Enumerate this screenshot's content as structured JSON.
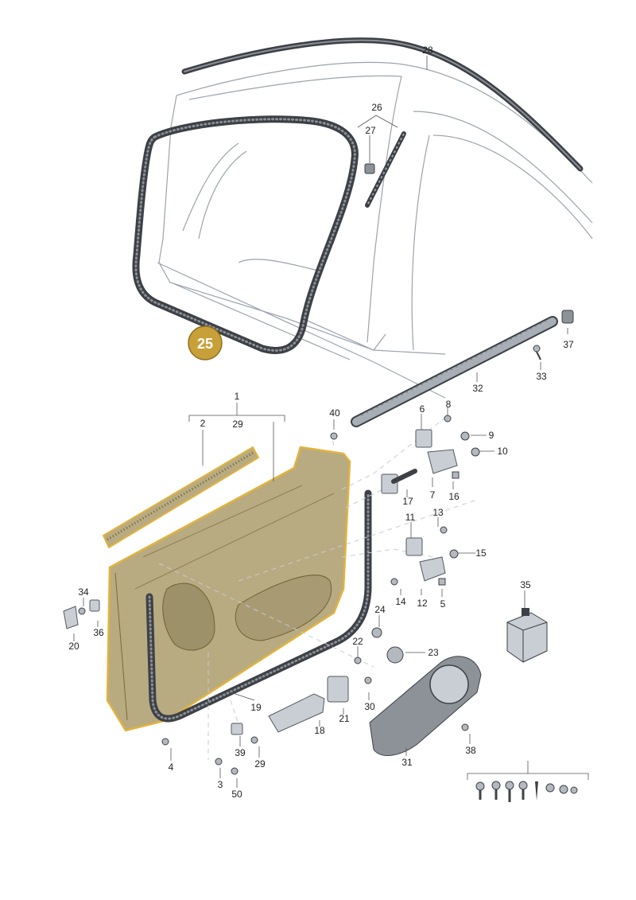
{
  "callouts": [
    "28",
    "26",
    "27",
    "25",
    "37",
    "33",
    "32",
    "1",
    "2",
    "29",
    "40",
    "6",
    "8",
    "9",
    "10",
    "17",
    "7",
    "16",
    "11",
    "13",
    "15",
    "14",
    "12",
    "5",
    "24",
    "35",
    "34",
    "36",
    "20",
    "22",
    "23",
    "19",
    "18",
    "21",
    "30",
    "31",
    "38",
    "39",
    "29",
    "4",
    "3",
    "50"
  ],
  "highlight_badge": "25",
  "colors": {
    "badge_fill": "#c8a03a",
    "badge_stroke": "#8f6f1c",
    "door_highlight": "#e3b23c",
    "seal": "#3d4045"
  },
  "icons": [
    "door-seal-icon",
    "door-shell-icon",
    "roof-trim-icon",
    "hinge-icon",
    "screw-icon",
    "sealant-can-icon"
  ]
}
